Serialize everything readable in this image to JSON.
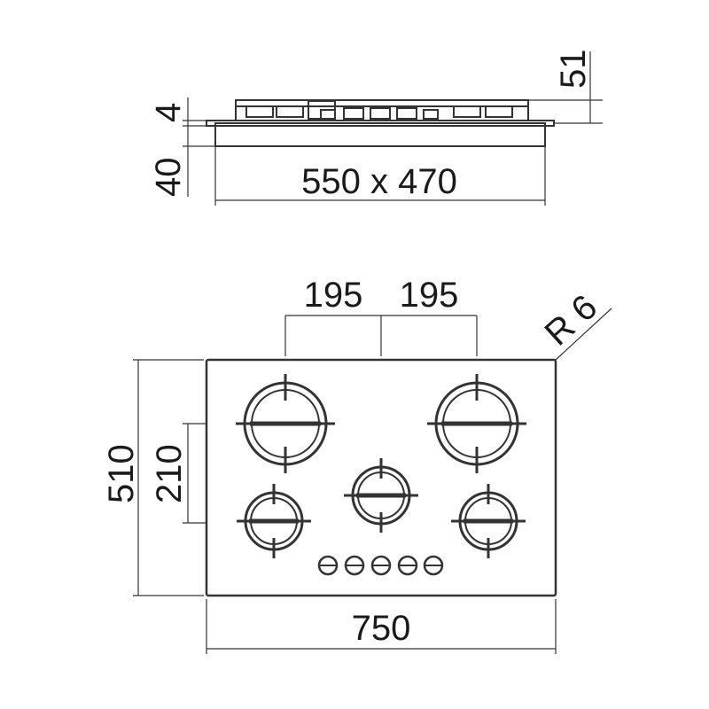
{
  "side_view": {
    "height_above_label": "51",
    "glass_thickness_label": "4",
    "built_in_depth_label": "40",
    "cutout_label": "550 x 470"
  },
  "top_view": {
    "spacing_left_label": "195",
    "spacing_right_label": "195",
    "corner_radius_label": "R 6",
    "height_label": "510",
    "burner_offset_label": "210",
    "width_label": "750"
  },
  "burners": [
    {
      "name": "large-rear-left"
    },
    {
      "name": "large-rear-right"
    },
    {
      "name": "center-wok"
    },
    {
      "name": "small-front-left"
    },
    {
      "name": "small-front-right"
    }
  ],
  "knob_count": 5,
  "colors": {
    "line": "#333333",
    "text": "#1a1a1a",
    "background": "#ffffff"
  }
}
